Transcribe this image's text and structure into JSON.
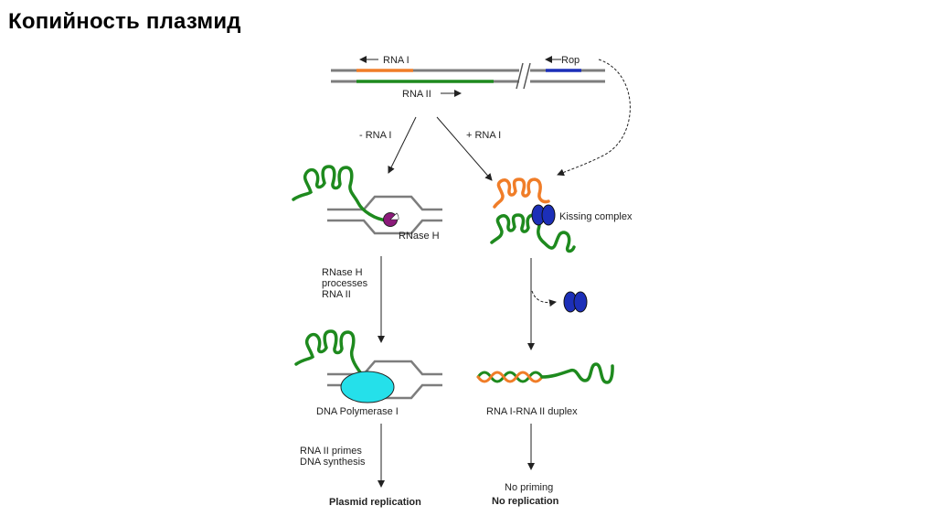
{
  "title": "Копийность плазмид",
  "labels": {
    "rna1_top": "RNA I",
    "rop": "Rop",
    "rna2": "RNA II",
    "minus_rna1": "- RNA I",
    "plus_rna1": "+ RNA I",
    "rnase_h": "RNase H",
    "kissing_complex": "Kissing complex",
    "rnase_step_1": "RNase H",
    "rnase_step_2": "processes",
    "rnase_step_3": "RNA II",
    "dna_pol": "DNA Polymerase I",
    "duplex": "RNA I-RNA II duplex",
    "primes_1": "RNA II primes",
    "primes_2": "DNA synthesis",
    "plasmid_replication": "Plasmid replication",
    "no_priming": "No priming",
    "no_replication": "No replication"
  },
  "colors": {
    "dna": "#7d7d7d",
    "rna1": "#f07d28",
    "rna2": "#1e8a1e",
    "rop": "#1c2fb8",
    "rnase": "#8b1a7a",
    "polymerase": "#25e0ea"
  }
}
